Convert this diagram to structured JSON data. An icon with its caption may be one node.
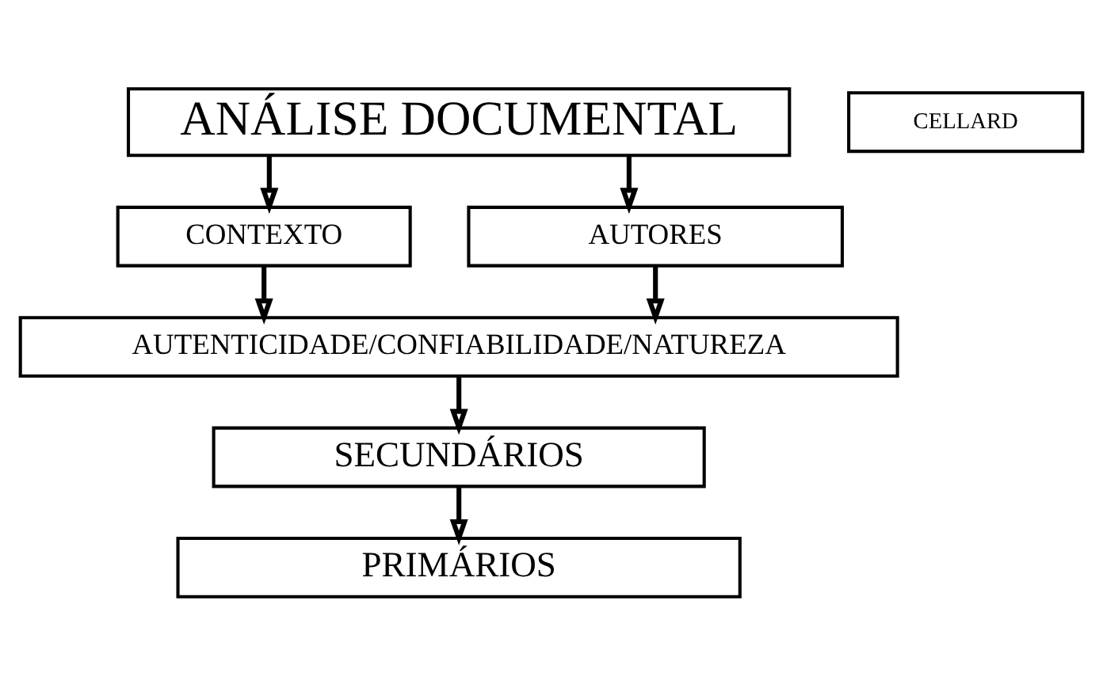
{
  "diagram": {
    "nodes": [
      {
        "text": [
          "ANÁLISE DOCUMENTAL"
        ]
      },
      {
        "text": [
          "CELLARD"
        ]
      },
      {
        "text": [
          "CONTEXTO"
        ]
      },
      {
        "text": [
          "AUTORES"
        ]
      },
      {
        "text": [
          "AUTENTICIDADE/CONFIABILIDADE/NATUREZA"
        ]
      },
      {
        "text": [
          "SECUNDÁRIOS"
        ]
      },
      {
        "text": [
          "PRIMÁRIOS"
        ]
      }
    ],
    "edges": [
      {
        "from": 0,
        "to": 2,
        "arrow": "to"
      },
      {
        "from": 0,
        "to": 3,
        "arrow": "to"
      },
      {
        "from": 2,
        "to": 4,
        "arrow": "to"
      },
      {
        "from": 3,
        "to": 4,
        "arrow": "to"
      },
      {
        "from": 4,
        "to": 5,
        "arrow": "to"
      },
      {
        "from": 5,
        "to": 6,
        "arrow": "to"
      }
    ]
  }
}
